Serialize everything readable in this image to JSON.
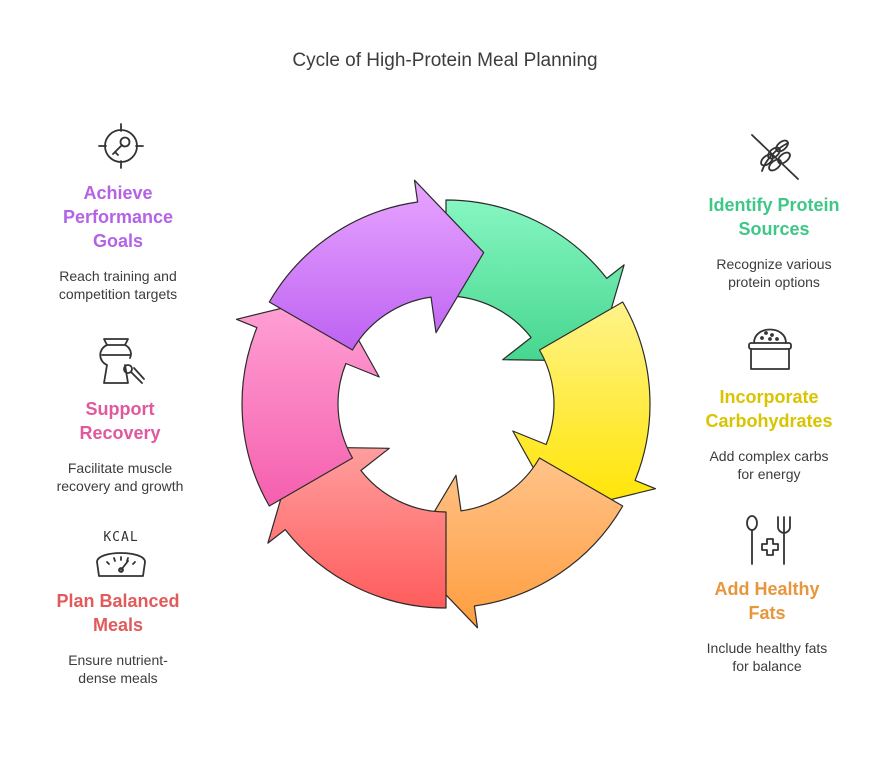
{
  "title": "Cycle of High-Protein Meal Planning",
  "steps": [
    {
      "heading_lines": [
        "Identify Protein",
        "Sources"
      ],
      "desc_lines": [
        "Recognize various",
        "protein options"
      ],
      "color": "#3ec787",
      "icon": "no-wheat-icon"
    },
    {
      "heading_lines": [
        "Incorporate",
        "Carbohydrates"
      ],
      "desc_lines": [
        "Add complex carbs",
        "for energy"
      ],
      "color": "#d9c400",
      "icon": "flour-sack-icon"
    },
    {
      "heading_lines": [
        "Add Healthy",
        "Fats"
      ],
      "desc_lines": [
        "Include healthy fats",
        "for balance"
      ],
      "color": "#e8963c",
      "icon": "spoon-fork-health-icon"
    },
    {
      "heading_lines": [
        "Plan Balanced",
        "Meals"
      ],
      "desc_lines": [
        "Ensure nutrient-",
        "dense meals"
      ],
      "color": "#e35a5a",
      "icon": "kcal-scale-icon",
      "icon_text": "KCAL"
    },
    {
      "heading_lines": [
        "Support",
        "Recovery"
      ],
      "desc_lines": [
        "Facilitate muscle",
        "recovery and growth"
      ],
      "color": "#e0589e",
      "icon": "mortar-pestle-icon"
    },
    {
      "heading_lines": [
        "Achieve",
        "Performance",
        "Goals"
      ],
      "desc_lines": [
        "Reach training and",
        "competition targets"
      ],
      "color": "#b462e6",
      "icon": "target-crosshair-icon"
    }
  ]
}
